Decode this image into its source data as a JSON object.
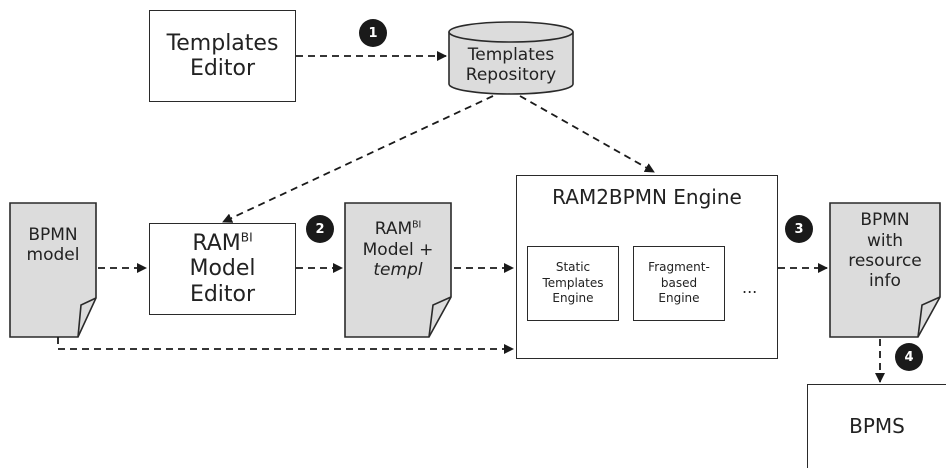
{
  "templates_editor": {
    "line1": "Templates",
    "line2": "Editor"
  },
  "templates_repository": {
    "line1": "Templates",
    "line2": "Repository"
  },
  "bpmn_model_doc": {
    "line1": "BPMN",
    "line2": "model"
  },
  "ram_editor": {
    "base": "RAM",
    "sup": "BI",
    "line2": "Model",
    "line3": "Editor"
  },
  "ram_model_doc": {
    "base": "RAM",
    "sup": "BI",
    "line2": "Model +",
    "line3": "templ"
  },
  "engine": {
    "title": "RAM2BPMN Engine",
    "static": {
      "line1": "Static",
      "line2": "Templates",
      "line3": "Engine"
    },
    "fragment": {
      "line1": "Fragment-",
      "line2": "based",
      "line3": "Engine"
    },
    "ellipsis": "..."
  },
  "bpmn_resource_doc": {
    "line1": "BPMN",
    "line2": "with",
    "line3": "resource",
    "line4": "info"
  },
  "bpms": {
    "label": "BPMS"
  },
  "steps": [
    "1",
    "2",
    "3",
    "4"
  ]
}
